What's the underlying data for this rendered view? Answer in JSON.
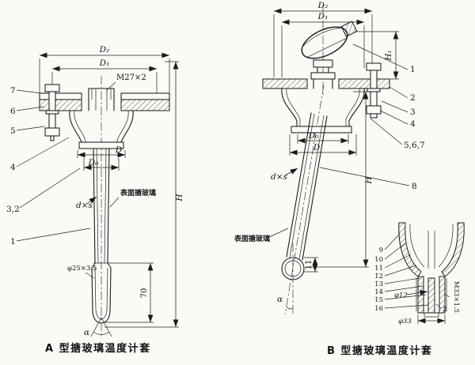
{
  "page": {
    "background": "#fbfaf6"
  },
  "figure_a": {
    "caption": "A 型搪玻璃温度计套",
    "dims": {
      "d2": "D₂",
      "d1": "D₁",
      "thread": "M27×2",
      "d": "D",
      "d0": "D₀",
      "dxs": "d×s",
      "tip": "φ25×3.5",
      "len70": "70",
      "h": "H",
      "alpha": "α"
    },
    "notes": {
      "surface": "表面搪玻璃"
    },
    "parts": {
      "p7": "7",
      "p6": "6",
      "p5": "5",
      "p4": "4",
      "p32": "3,2",
      "p1": "1"
    }
  },
  "figure_b": {
    "caption": "B 型搪玻璃温度计套",
    "dims": {
      "d2": "D₂",
      "d1": "D₁",
      "h1": "H₁",
      "d0": "D₀",
      "d": "D",
      "dxs": "d×s",
      "len11": "11",
      "h": "H",
      "alpha": "α"
    },
    "notes": {
      "surface": "表面搪玻璃"
    },
    "parts": {
      "p1": "1",
      "p2": "2",
      "p3": "3",
      "p4": "4",
      "p567": "5,6,7",
      "p8": "8"
    },
    "detail": {
      "parts": {
        "p9": "9",
        "p10": "10",
        "p11": "11",
        "p12": "12",
        "p13": "13",
        "p14": "14",
        "p15": "15",
        "p16": "16"
      },
      "dims": {
        "phi12": "φ12",
        "phi33": "φ33",
        "gap2": "2",
        "thread": "M33×1.5"
      }
    }
  }
}
